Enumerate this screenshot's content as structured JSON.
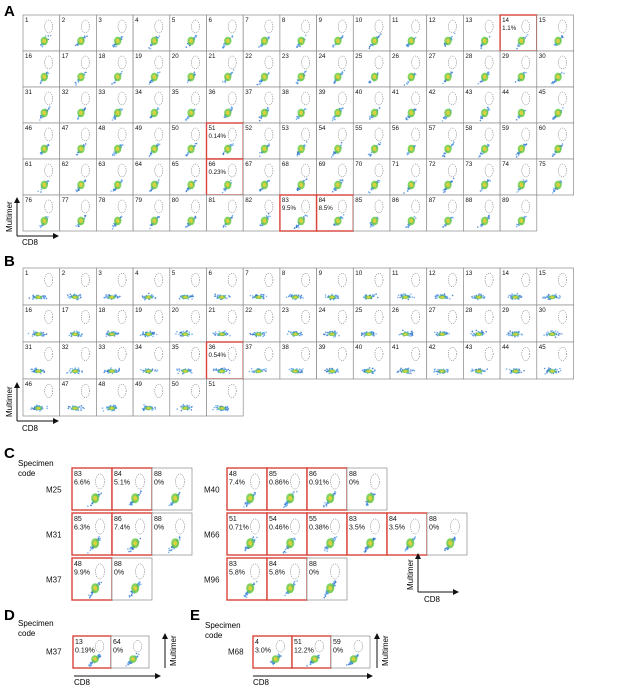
{
  "panels": {
    "A": {
      "letter": "A",
      "count": 89,
      "highlight": {
        "14": "1.1%",
        "51": "0.14%",
        "66": "0.23%",
        "83": "9.5%",
        "84": "8.5%"
      }
    },
    "B": {
      "letter": "B",
      "count": 51,
      "highlight": {
        "36": "0.54%"
      }
    },
    "C": {
      "letter": "C",
      "header": [
        "Specimen",
        "code"
      ],
      "left_rows": [
        {
          "code": "M25",
          "cells": [
            {
              "n": "83",
              "p": "6.6%"
            },
            {
              "n": "84",
              "p": "5.1%"
            },
            {
              "n": "88",
              "p": "0%"
            }
          ]
        },
        {
          "code": "M31",
          "cells": [
            {
              "n": "85",
              "p": "6.3%"
            },
            {
              "n": "86",
              "p": "7.4%"
            },
            {
              "n": "88",
              "p": "0%"
            }
          ]
        },
        {
          "code": "M37",
          "cells": [
            {
              "n": "48",
              "p": "9.9%"
            },
            {
              "n": "88",
              "p": "0%"
            }
          ]
        }
      ],
      "right_rows": [
        {
          "code": "M40",
          "cells": [
            {
              "n": "48",
              "p": "7.4%"
            },
            {
              "n": "85",
              "p": "0.86%"
            },
            {
              "n": "86",
              "p": "0.91%"
            },
            {
              "n": "88",
              "p": "0%"
            }
          ]
        },
        {
          "code": "M66",
          "cells": [
            {
              "n": "51",
              "p": "0.71%"
            },
            {
              "n": "54",
              "p": "0.46%"
            },
            {
              "n": "55",
              "p": "0.38%"
            },
            {
              "n": "83",
              "p": "3.5%"
            },
            {
              "n": "84",
              "p": "3.5%"
            },
            {
              "n": "88",
              "p": "0%"
            }
          ]
        },
        {
          "code": "M96",
          "cells": [
            {
              "n": "83",
              "p": "5.8%"
            },
            {
              "n": "84",
              "p": "5.8%"
            },
            {
              "n": "88",
              "p": "0%"
            }
          ]
        }
      ]
    },
    "D": {
      "letter": "D",
      "header": [
        "Specimen",
        "code"
      ],
      "code": "M37",
      "cells": [
        {
          "n": "13",
          "p": "0.19%"
        },
        {
          "n": "64",
          "p": "0%"
        }
      ]
    },
    "E": {
      "letter": "E",
      "header": [
        "Specimen",
        "code"
      ],
      "code": "M68",
      "cells": [
        {
          "n": "4",
          "p": "3.0%"
        },
        {
          "n": "51",
          "p": "12.2%"
        },
        {
          "n": "59",
          "p": "0%"
        }
      ]
    }
  },
  "axes": {
    "x": "CD8",
    "y": "Multimer"
  },
  "colors": {
    "highlight": "#d9443b",
    "frame": "#8a8a8a"
  }
}
